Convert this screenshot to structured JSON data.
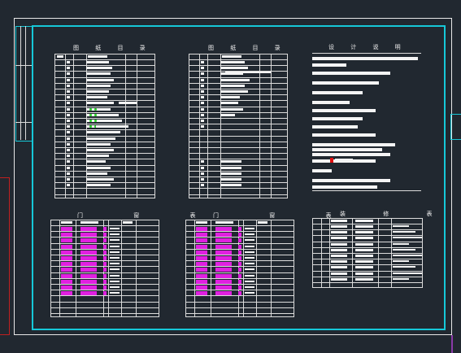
{
  "drawing_index_left": {
    "title": "图 纸 目 录"
  },
  "drawing_index_right": {
    "title": "图 纸 目 录"
  },
  "design_notes": {
    "title": "设 计 说 明"
  },
  "door_window_left": {
    "title": "门 窗 表"
  },
  "door_window_right": {
    "title": "门 窗 表"
  },
  "finish_schedule": {
    "title": "装 修 表"
  },
  "colors": {
    "background": "#212830",
    "frame_border": "#16c8d8",
    "table_lines": "#dcdcdc",
    "highlight_magenta": "#e020e0",
    "highlight_green": "#30d030",
    "highlight_red": "#e01010",
    "side_frame_red": "#c02020",
    "side_frame_purple": "#8a3aa8"
  }
}
